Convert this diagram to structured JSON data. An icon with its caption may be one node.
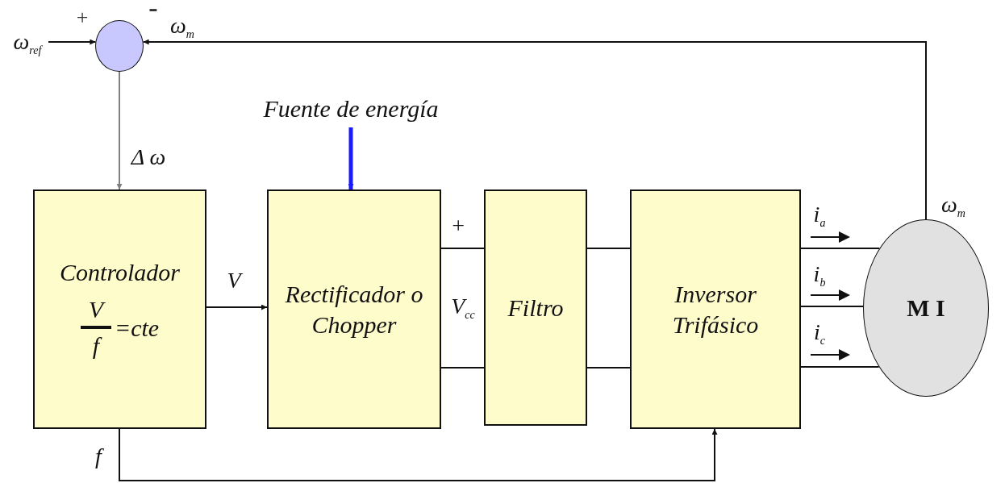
{
  "diagram": {
    "nodes": [
      {
        "text": [],
        "shape": "circle",
        "beside": [
          "+",
          "-"
        ]
      },
      {
        "text": [
          "Fuente de energía"
        ]
      },
      {
        "text": [
          "Controlador",
          "V",
          "f",
          "=cte"
        ]
      },
      {
        "text": [
          "Rectificador o Chopper"
        ]
      },
      {
        "text": [
          "Filtro"
        ]
      },
      {
        "text": [
          "Inversor Trifásico"
        ]
      },
      {
        "text": [
          "M I"
        ],
        "beside": [
          "ω$_{m}$"
        ]
      }
    ],
    "edges": [
      {
        "from": null,
        "to": 0,
        "arrow": "to",
        "label": "ω$_{ref}$"
      },
      {
        "from": 6,
        "to": 0,
        "arrow": "to",
        "label": "ω$_{m}$"
      },
      {
        "from": 0,
        "to": 2,
        "arrow": "to",
        "label": "Δ ω",
        "color": "#808080"
      },
      {
        "from": 1,
        "to": 3,
        "arrow": "to",
        "color": "#1a1aff",
        "style": "thick"
      },
      {
        "from": 2,
        "to": 3,
        "arrow": "to",
        "label": "V"
      },
      {
        "from": 2,
        "to": 5,
        "arrow": "to",
        "label": "f"
      },
      {
        "from": 3,
        "to": 4,
        "arrow": "none",
        "label": "+"
      },
      {
        "from": 3,
        "to": 4,
        "arrow": "none"
      },
      {
        "from": 4,
        "to": 5,
        "arrow": "none"
      },
      {
        "from": 4,
        "to": 5,
        "arrow": "none"
      },
      {
        "from": 5,
        "to": 6,
        "arrow": "none",
        "label": "i$_{a}$"
      },
      {
        "from": 5,
        "to": 6,
        "arrow": "none",
        "label": "i$_{b}$"
      },
      {
        "from": 5,
        "to": 6,
        "arrow": "none",
        "label": "i$_{c}$"
      }
    ],
    "labels": [
      "V$_{cc}$"
    ]
  }
}
